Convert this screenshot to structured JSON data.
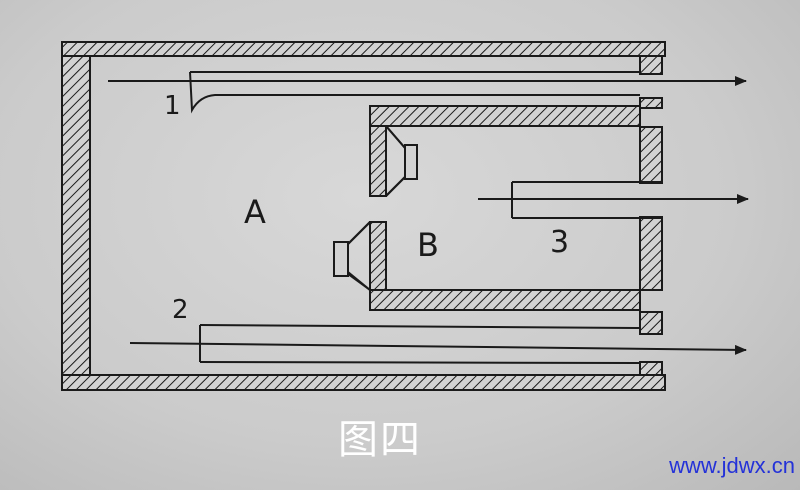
{
  "figure": {
    "caption": "图四",
    "watermark": "www.jdwx.cn"
  },
  "labels": {
    "region_a": "A",
    "region_b": "B",
    "tube_1": "1",
    "tube_2": "2",
    "tube_3": "3"
  },
  "colors": {
    "ink": "#1a1a1a",
    "paper": "#cfcfcf",
    "caption": "#ffffff",
    "watermark": "#2432d8"
  }
}
